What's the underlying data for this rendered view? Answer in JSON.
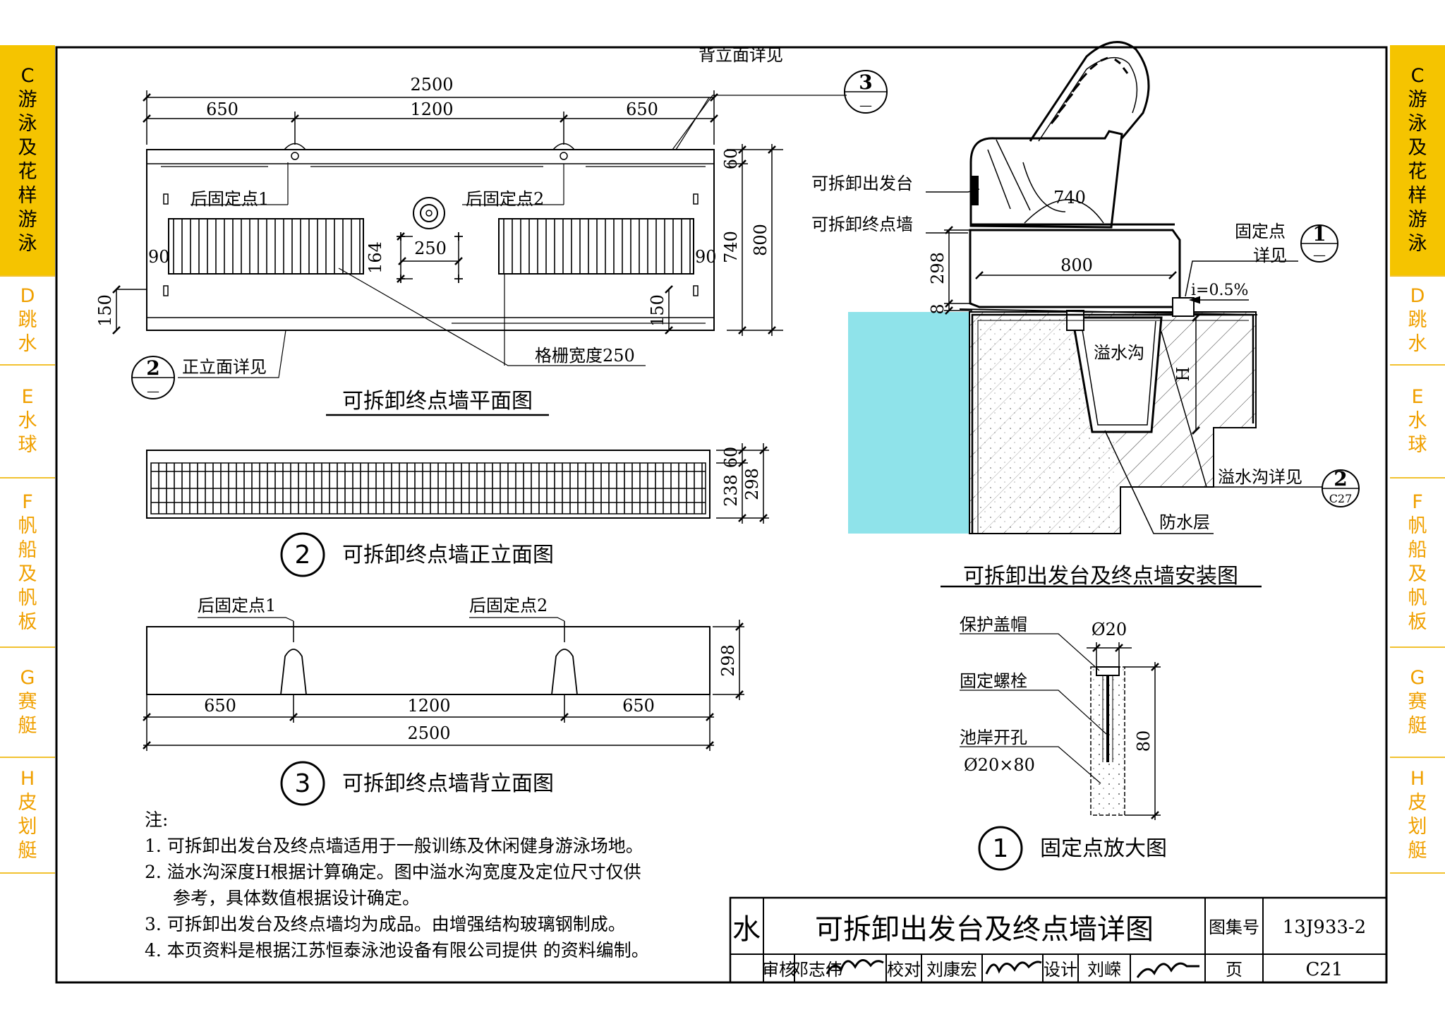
{
  "side_tabs": [
    {
      "letter": "C",
      "label": "游泳及花样游泳",
      "active": true
    },
    {
      "letter": "D",
      "label": "跳水",
      "active": false
    },
    {
      "letter": "E",
      "label": "水球",
      "active": false
    },
    {
      "letter": "F",
      "label": "帆船及帆板",
      "active": false
    },
    {
      "letter": "G",
      "label": "赛艇",
      "active": false
    },
    {
      "letter": "H",
      "label": "皮划艇",
      "active": false
    }
  ],
  "plan": {
    "dim_total": "2500",
    "dim_left": "650",
    "dim_mid": "1200",
    "dim_right": "650",
    "dim_60": "60",
    "dim_740": "740",
    "dim_800": "800",
    "dim_90l": "90",
    "dim_90r": "90",
    "dim_164": "164",
    "dim_250": "250",
    "dim_150l": "150",
    "dim_150r": "150",
    "label_rear_point1": "后固定点1",
    "label_rear_point2": "后固定点2",
    "label_back_ref": "背立面详见",
    "label_front_ref": "正立面详见",
    "label_grille": "格栅宽度250",
    "ref3_num": "3",
    "ref3_sub": "—",
    "ref2_num": "2",
    "ref2_sub": "—",
    "title": "可拆卸终点墙平面图"
  },
  "front": {
    "dim_60": "60",
    "dim_238": "238",
    "dim_298": "298",
    "num": "2",
    "title": "可拆卸终点墙正立面图"
  },
  "back": {
    "label_rear_point1": "后固定点1",
    "label_rear_point2": "后固定点2",
    "dim_298": "298",
    "dim_left": "650",
    "dim_mid": "1200",
    "dim_right": "650",
    "dim_total": "2500",
    "num": "3",
    "title": "可拆卸终点墙背立面图"
  },
  "install": {
    "label_platform": "可拆卸出发台",
    "label_wall": "可拆卸终点墙",
    "dim_740": "740",
    "dim_800": "800",
    "dim_298": "298",
    "dim_8": "8",
    "slope": "i=0.5%",
    "label_fix_point": "固定点",
    "label_fix_detail": "详见",
    "ref1_num": "1",
    "ref1_sub": "—",
    "label_gutter": "溢水沟",
    "dim_H": "H",
    "label_gutter_detail": "溢水沟详见",
    "ref2_num": "2",
    "ref2_sub": "C27",
    "label_waterproof": "防水层",
    "title": "可拆卸出发台及终点墙安装图"
  },
  "fix": {
    "label_cap": "保护盖帽",
    "dim_d20": "Ø20",
    "label_bolt": "固定螺栓",
    "label_hole": "池岸开孔",
    "hole_size": "Ø20×80",
    "dim_80": "80",
    "num": "1",
    "title": "固定点放大图"
  },
  "notes": {
    "heading": "注:",
    "items": [
      "1. 可拆卸出发台及终点墙适用于一般训练及休闲健身游泳场地。",
      "2. 溢水沟深度H根据计算确定。图中溢水沟宽度及定位尺寸仅供",
      "参考，具体数值根据设计确定。",
      "3. 可拆卸出发台及终点墙均为成品。由增强结构玻璃钢制成。",
      "4. 本页资料是根据江苏恒泰泳池设备有限公司提供 的资料编制。"
    ]
  },
  "title_block": {
    "category": "水",
    "title": "可拆卸出发台及终点墙详图",
    "atlas_label": "图集号",
    "atlas_no": "13J933-2",
    "review_label": "审核",
    "reviewer": "邓志伟",
    "check_label": "校对",
    "checker": "刘康宏",
    "design_label": "设计",
    "designer": "刘嵘",
    "page_label": "页",
    "page_no": "C21"
  },
  "colors": {
    "tab_yellow": "#f5c400",
    "tab_text_inactive": "#f0a000",
    "water": "#8fe3ea"
  }
}
